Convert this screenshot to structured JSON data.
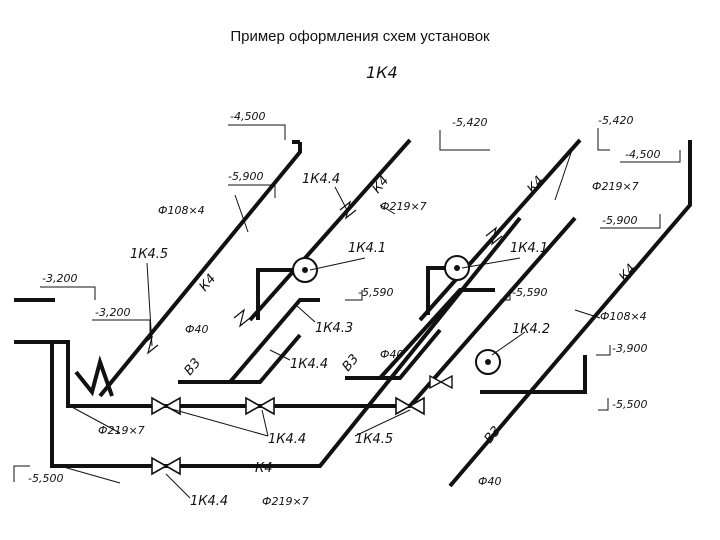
{
  "heading": "Пример оформления схем установок",
  "system_label": "1К4",
  "labels": {
    "elev_4500_a": "-4,500",
    "elev_5900_a": "-5,900",
    "elev_5420_a": "-5,420",
    "elev_5420_b": "-5,420",
    "elev_4500_b": "-4,500",
    "elev_5900_b": "-5,900",
    "elev_3200_a": "-3,200",
    "elev_3200_b": "-3,200",
    "elev_5590_a": "-5,590",
    "elev_5590_b": "-5,590",
    "elev_3900": "-3,900",
    "elev_5500_right": "-5,500",
    "elev_5500_left": "-5,500",
    "node_1k44_top": "1К4.4",
    "node_1k45_left": "1К4.5",
    "node_1k41_a": "1К4.1",
    "node_1k41_b": "1К4.1",
    "node_1k43": "1К4.3",
    "node_1k44_mid": "1К4.4",
    "node_1k42": "1К4.2",
    "node_1k44_low": "1К4.4",
    "node_1k45_low": "1К4.5",
    "node_1k44_bottom": "1К4.4",
    "dia_108_left": "Ф108×4",
    "dia_219_top": "Ф219×7",
    "dia_219_right": "Ф219×7",
    "dia_108_right": "Ф108×4",
    "dia_40_left": "Ф40",
    "dia_40_mid": "Ф40",
    "dia_219_left": "Ф219×7",
    "dia_219_bottom": "Ф219×7",
    "dia_40_bottom": "Ф40",
    "line_k4_left": "К4",
    "line_k4_top_a": "К4",
    "line_k4_top_b": "К4",
    "line_k4_right": "К4",
    "line_k4_bottom": "К4",
    "line_v3_left": "В3",
    "line_v3_mid": "В3",
    "line_v3_right": "В3"
  }
}
